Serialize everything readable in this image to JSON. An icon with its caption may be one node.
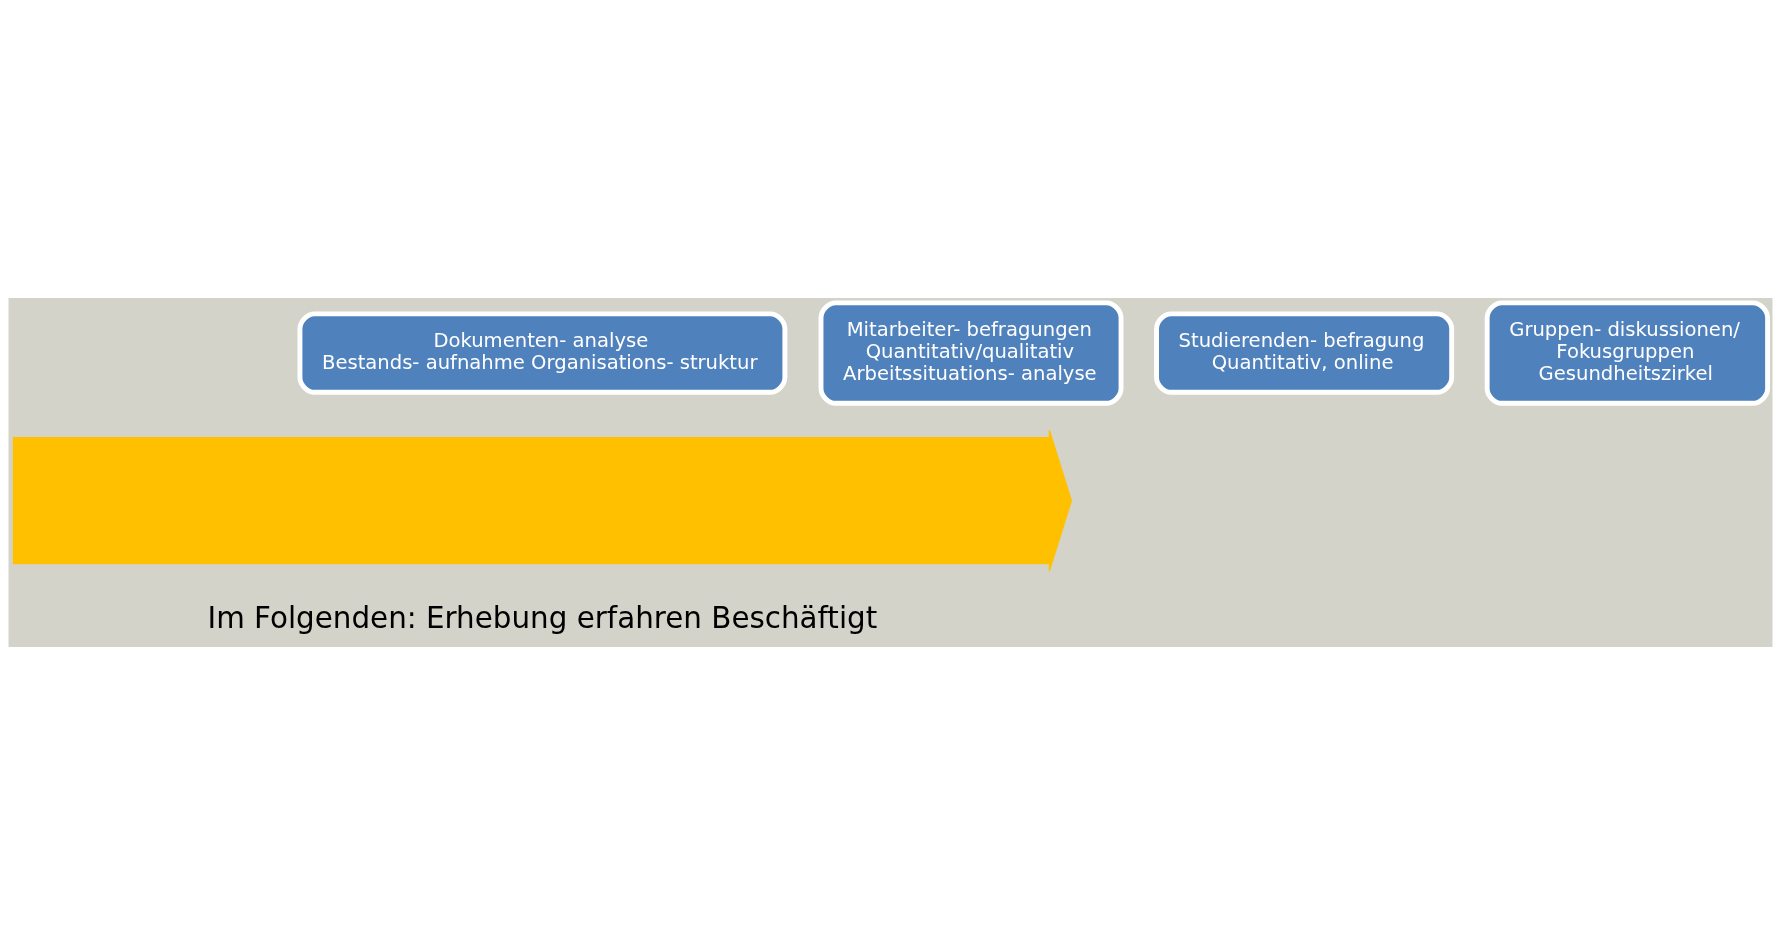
{
  "diagram": {
    "nodes": [
      {
        "text": [],
        "shape": "arrow"
      },
      {
        "text": [
          "Dokumenten- analyse",
          "Bestands- aufnahme Organisations- struktur"
        ]
      },
      {
        "text": [
          "Mitarbeiter- befragungen",
          "Quantitativ/qualitativ",
          "Arbeitssituations- analyse"
        ]
      },
      {
        "text": [
          "Studierenden- befragung",
          "Quantitativ, online"
        ]
      },
      {
        "text": [
          "Gruppen- diskussionen/",
          "Fokusgruppen",
          "Gesundheitszirkel"
        ]
      }
    ],
    "edges": [],
    "labels": [
      "Im Folgenden: Erhebung erfahren Beschäftigt"
    ]
  }
}
